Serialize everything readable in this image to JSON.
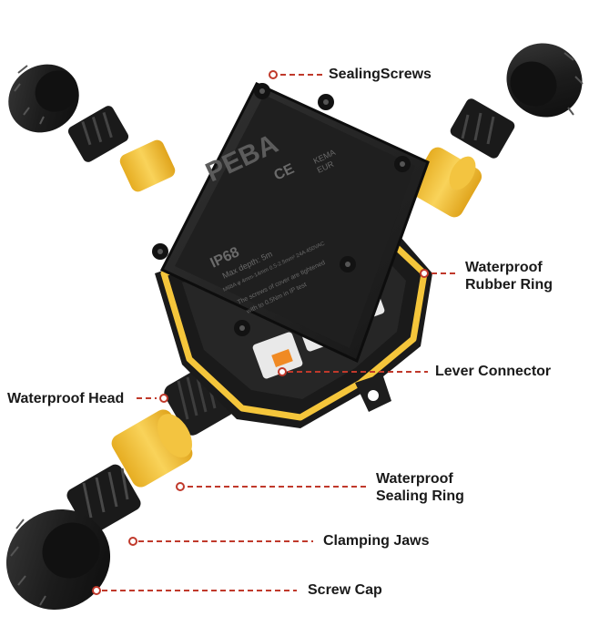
{
  "colors": {
    "accent_line": "#c0392b",
    "housing": "#1e1e1e",
    "seal": "#f5c63b",
    "connector": "#e9e9e9",
    "connector_lever": "#f08a24"
  },
  "product": {
    "brand": "PEBA",
    "rating": "IP68",
    "cert_marks": [
      "CE",
      "KEMA",
      "EUR"
    ],
    "lid_lines": [
      "Max depth: 5m",
      "M68A   φ 4mm-14mm   0.5-2.5mm²   24A   450VAC",
      "The screws of cover are tightened",
      "with to 0.5Nm in IP test"
    ]
  },
  "labels": {
    "sealing_screws": "SealingScrews",
    "rubber_ring_line1": "Waterproof",
    "rubber_ring_line2": "Rubber Ring",
    "lever_connector": "Lever Connector",
    "waterproof_head": "Waterproof Head",
    "sealing_ring_line1": "Waterproof",
    "sealing_ring_line2": "Sealing Ring",
    "clamping_jaws": "Clamping Jaws",
    "screw_cap": "Screw Cap"
  }
}
